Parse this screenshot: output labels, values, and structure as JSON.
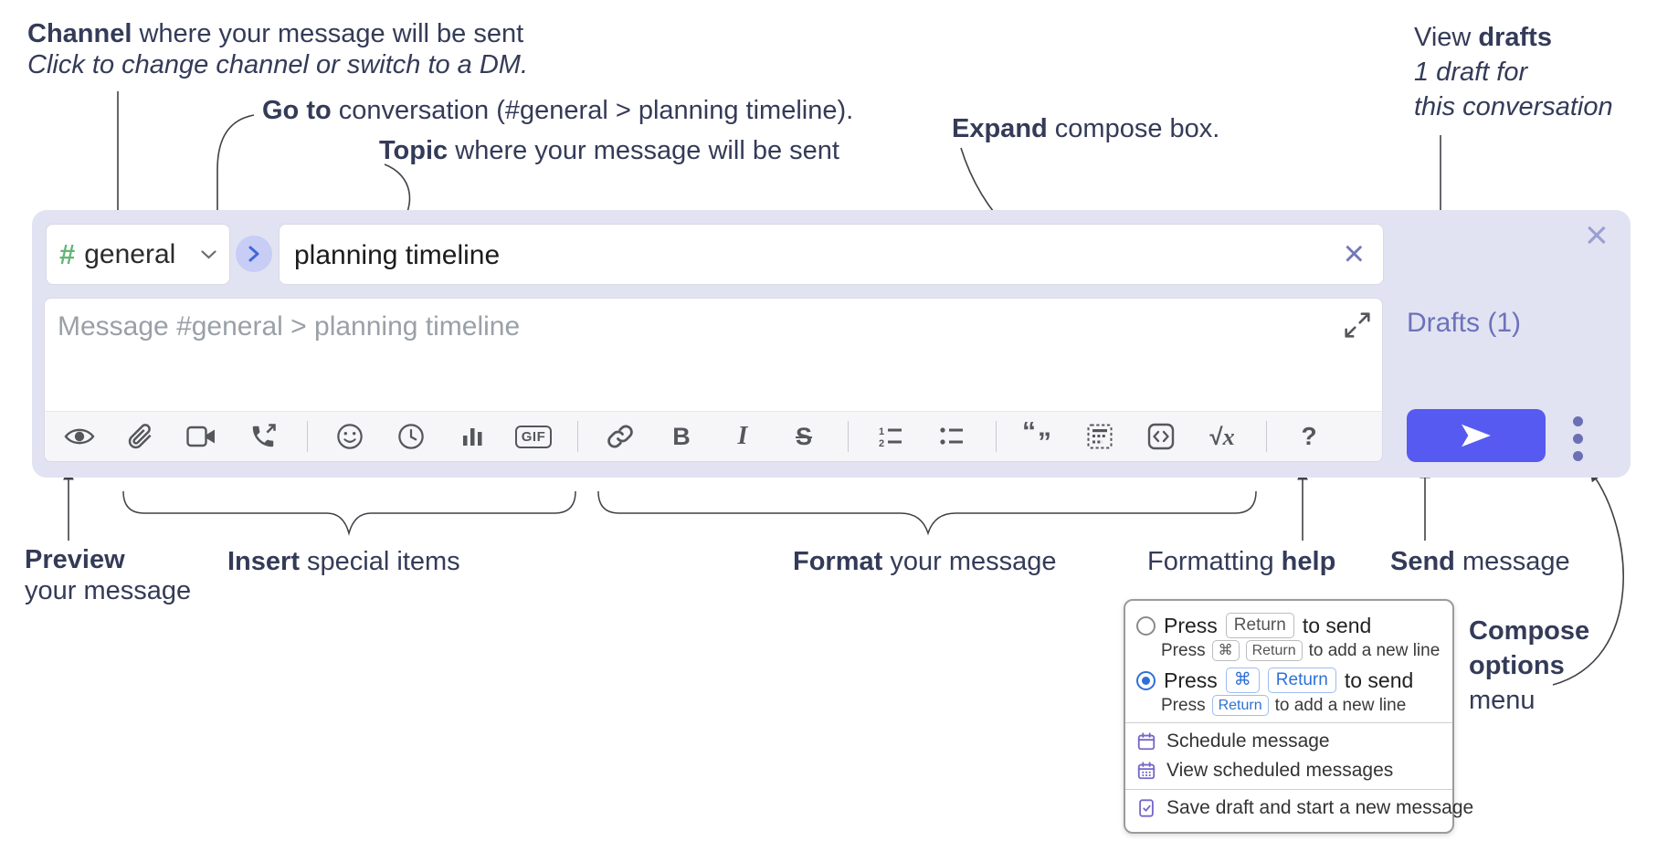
{
  "annotations": {
    "channel": {
      "bold": "Channel",
      "rest": " where your message will be sent",
      "line2": "Click to change channel or switch to a DM."
    },
    "goto": {
      "bold": "Go to",
      "rest": " conversation (#general > planning timeline)."
    },
    "topic": {
      "bold": "Topic",
      "rest": " where your message will be sent"
    },
    "expand": {
      "bold": "Expand",
      "rest": " compose box."
    },
    "view_drafts": {
      "line1_pre": "View ",
      "line1_bold": "drafts",
      "line2": "1 draft for",
      "line3": "this conversation"
    },
    "preview": {
      "bold": "Preview",
      "line2": "your message"
    },
    "insert": {
      "bold": "Insert",
      "rest": " special items"
    },
    "format": {
      "bold": "Format",
      "rest": " your message"
    },
    "help": {
      "pre": "Formatting ",
      "bold": "help"
    },
    "send": {
      "bold": "Send",
      "rest": " message"
    },
    "compose_options": {
      "line1": "Compose",
      "line2": "options",
      "line3": "menu"
    }
  },
  "compose": {
    "channel": {
      "hash": "#",
      "label": "general"
    },
    "topic": {
      "value": "planning timeline",
      "clear_glyph": "×"
    },
    "close_glyph": "×",
    "message": {
      "placeholder": "Message #general > planning timeline"
    },
    "drafts_label": "Drafts (1)",
    "toolbar": {
      "icon_names": [
        "preview",
        "attach-file",
        "start-video-call",
        "start-voice-call",
        "emoji",
        "time",
        "poll",
        "gif",
        "link",
        "bold",
        "italic",
        "strikethrough",
        "numbered-list",
        "bulleted-list",
        "quote",
        "spoiler",
        "code",
        "math",
        "help"
      ],
      "bold": "B",
      "italic": "I",
      "strike": "S",
      "gif": "GIF",
      "sqrt": "√",
      "x": "x",
      "help": "?",
      "q_open": "“",
      "q_close": "”",
      "n1": "1",
      "n2": "2"
    }
  },
  "popup": {
    "option1": {
      "press": "Press",
      "key": "Return",
      "suffix": "to send",
      "sub_press": "Press",
      "sub_key1": "⌘",
      "sub_key2": "Return",
      "sub_suffix": "to add a new line"
    },
    "option2": {
      "press": "Press",
      "key1": "⌘",
      "key2": "Return",
      "suffix": "to send",
      "sub_press": "Press",
      "sub_key": "Return",
      "sub_suffix": "to add a new line"
    },
    "menu_items": [
      "Schedule message",
      "View scheduled messages",
      "Save draft and start a new message"
    ]
  },
  "colors": {
    "annotation_text": "#343b58",
    "container_bg": "#e1e3f3",
    "accent_send": "#575af0",
    "drafts_link": "#6d72b9",
    "channel_hash": "#65b577",
    "goto_circle_bg": "#c7cdf4",
    "goto_chevron": "#3f68d9",
    "toolbar_icon": "#55575c",
    "radio_selected": "#2e70d6",
    "key_blue": "#2e70d6",
    "popup_icon": "#7568c8"
  }
}
